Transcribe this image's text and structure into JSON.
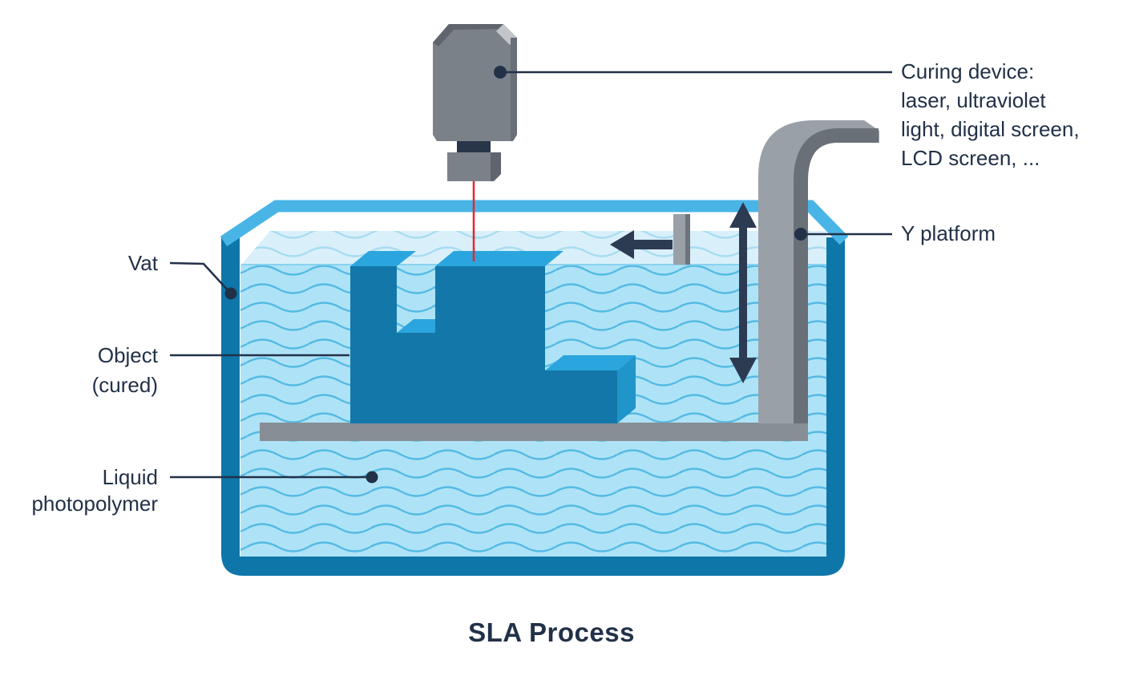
{
  "title": "SLA Process",
  "labels": {
    "curing_device": {
      "lines": [
        "Curing device:",
        "laser, ultraviolet",
        "light, digital screen,",
        "LCD screen, ..."
      ]
    },
    "y_platform": "Y platform",
    "vat": "Vat",
    "object_cured": {
      "lines": [
        "Object",
        "(cured)"
      ]
    },
    "liquid_photopolymer": {
      "lines": [
        "Liquid",
        "photopolymer"
      ]
    }
  },
  "icons": {
    "curing_device": "curing-device-icon",
    "recoater_blade": "recoater-blade-icon",
    "vertical_motion": "up-down-arrow-icon",
    "horizontal_motion": "left-arrow-icon",
    "laser_beam": "laser-beam-line"
  },
  "colors": {
    "background": "#ffffff",
    "text": "#223148",
    "connector": "#223148",
    "arrow": "#2d3b52",
    "vat_wall": "#0e76a9",
    "vat_rim": "#49b5e7",
    "liquid": "#aee3f7",
    "liquid_wave": "#55bae3",
    "liquid_surface": "#d9f0fb",
    "liquid_surface_wave": "#a8dcf0",
    "waterline": "#8ad2ef",
    "object_front": "#1378a9",
    "object_top": "#2ba5dd",
    "object_side": "#2095ca",
    "platform_gray": "#878e96",
    "arm_light": "#9aa0a8",
    "arm_dark": "#6a7078",
    "blade_light": "#99a0a8",
    "blade_dark": "#6e747c",
    "device_body": "#7b8189",
    "device_shadow": "#60656d",
    "device_highlight": "#c2c5c9",
    "device_edge": "#696f77",
    "device_connector": "#293649",
    "laser_red": "#e8262b"
  }
}
